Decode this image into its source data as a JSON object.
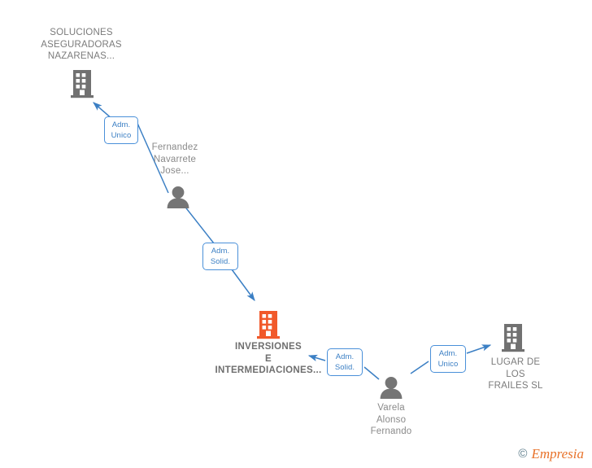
{
  "diagram": {
    "title": "Corporate relationship graph",
    "background": "#ffffff",
    "colors": {
      "edge": "#3b7fc4",
      "chip_border": "#4a90d9",
      "chip_text": "#3b7fc4",
      "company_gray": "#6e6e6e",
      "company_highlight": "#f15a29",
      "person_gray": "#777777",
      "label_gray": "#808080"
    },
    "nodes": [
      {
        "id": "soluciones",
        "type": "company",
        "icon": "building-icon",
        "label": "SOLUCIONES\nASEGURADORAS\nNAZARENAS...",
        "highlight": false
      },
      {
        "id": "fernandez",
        "type": "person",
        "icon": "person-icon",
        "label": "Fernandez\nNavarrete\nJose..."
      },
      {
        "id": "inversiones",
        "type": "company",
        "icon": "building-icon",
        "label": "INVERSIONES\nE\nINTERMEDIACIONES...",
        "highlight": true
      },
      {
        "id": "varela",
        "type": "person",
        "icon": "person-icon",
        "label": "Varela\nAlonso\nFernando"
      },
      {
        "id": "lugar",
        "type": "company",
        "icon": "building-icon",
        "label": "LUGAR DE\nLOS\nFRAILES  SL",
        "highlight": false
      }
    ],
    "edges": [
      {
        "id": "e1",
        "from": "fernandez",
        "to": "soluciones",
        "label": "Adm.\nUnico"
      },
      {
        "id": "e2",
        "from": "fernandez",
        "to": "inversiones",
        "label": "Adm.\nSolid."
      },
      {
        "id": "e3",
        "from": "varela",
        "to": "inversiones",
        "label": "Adm.\nSolid."
      },
      {
        "id": "e4",
        "from": "varela",
        "to": "lugar",
        "label": "Adm.\nUnico"
      }
    ]
  },
  "watermark": {
    "copyright": "©",
    "brand": "Empresia"
  }
}
